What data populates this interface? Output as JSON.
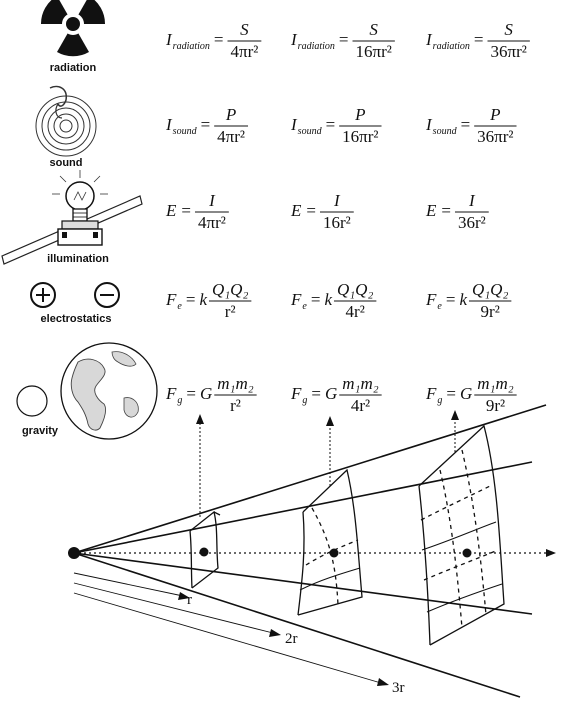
{
  "rows": [
    {
      "label": "radiation",
      "icon": "radiation-trefoil-icon",
      "equations": [
        {
          "lhs": "I",
          "lhs_sub": "radiation",
          "numerator": "S",
          "denominator": "4πr²"
        },
        {
          "lhs": "I",
          "lhs_sub": "radiation",
          "numerator": "S",
          "denominator": "16πr²"
        },
        {
          "lhs": "I",
          "lhs_sub": "radiation",
          "numerator": "S",
          "denominator": "36πr²"
        }
      ]
    },
    {
      "label": "sound",
      "icon": "sound-waves-icon",
      "equations": [
        {
          "lhs": "I",
          "lhs_sub": "sound",
          "numerator": "P",
          "denominator": "4πr²"
        },
        {
          "lhs": "I",
          "lhs_sub": "sound",
          "numerator": "P",
          "denominator": "16πr²"
        },
        {
          "lhs": "I",
          "lhs_sub": "sound",
          "numerator": "P",
          "denominator": "36πr²"
        }
      ]
    },
    {
      "label": "illumination",
      "icon": "light-bulb-icon",
      "equations": [
        {
          "lhs": "E",
          "lhs_sub": "",
          "numerator": "I",
          "denominator": "4πr²"
        },
        {
          "lhs": "E",
          "lhs_sub": "",
          "numerator": "I",
          "denominator": "16r²"
        },
        {
          "lhs": "E",
          "lhs_sub": "",
          "numerator": "I",
          "denominator": "36r²"
        }
      ]
    },
    {
      "label": "electrostatics",
      "icon": "plus-minus-charges-icon",
      "equations": [
        {
          "lhs": "F",
          "lhs_sub": "e",
          "coef": "k",
          "numerator": "Q₁Q₂",
          "denominator": "r²"
        },
        {
          "lhs": "F",
          "lhs_sub": "e",
          "coef": "k",
          "numerator": "Q₁Q₂",
          "denominator": "4r²"
        },
        {
          "lhs": "F",
          "lhs_sub": "e",
          "coef": "k",
          "numerator": "Q₁Q₂",
          "denominator": "9r²"
        }
      ]
    },
    {
      "label": "gravity",
      "icon": "earth-globe-icon",
      "equations": [
        {
          "lhs": "F",
          "lhs_sub": "g",
          "coef": "G",
          "numerator": "m₁m₂",
          "denominator": "r²"
        },
        {
          "lhs": "F",
          "lhs_sub": "g",
          "coef": "G",
          "numerator": "m₁m₂",
          "denominator": "4r²"
        },
        {
          "lhs": "F",
          "lhs_sub": "g",
          "coef": "G",
          "numerator": "m₁m₂",
          "denominator": "9r²"
        }
      ]
    }
  ],
  "distances": [
    "r",
    "2r",
    "3r"
  ]
}
